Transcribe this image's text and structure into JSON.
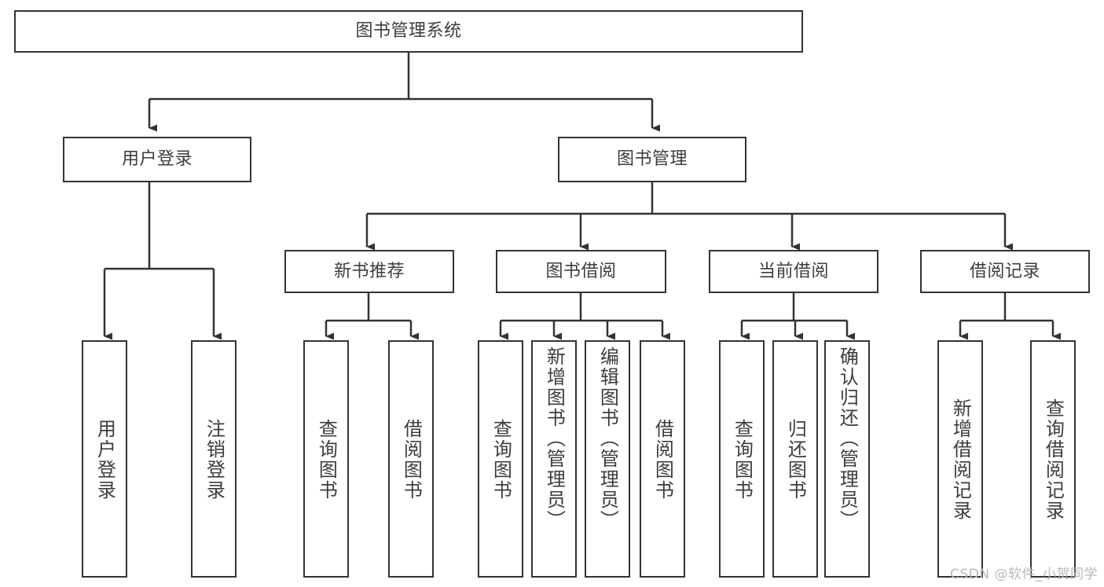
{
  "diagram": {
    "title": "图书管理系统",
    "type": "hierarchy-tree",
    "watermark": "CSDN @软件_小贺同学",
    "colors": {
      "stroke": "#333333",
      "fill": "#ffffff",
      "text": "#3d3d3d",
      "watermark": "#b8b8b8"
    },
    "root": {
      "label": "图书管理系统"
    },
    "level2": [
      {
        "label": "用户登录"
      },
      {
        "label": "图书管理"
      }
    ],
    "level3": [
      {
        "label": "新书推荐"
      },
      {
        "label": "图书借阅"
      },
      {
        "label": "当前借阅"
      },
      {
        "label": "借阅记录"
      }
    ],
    "leaves": {
      "user_login": [
        {
          "label": "用户登录"
        },
        {
          "label": "注销登录"
        }
      ],
      "new_book": [
        {
          "label": "查询图书"
        },
        {
          "label": "借阅图书"
        }
      ],
      "book_borrow": [
        {
          "label": "查询图书"
        },
        {
          "label": "新增图书（管理员）"
        },
        {
          "label": "编辑图书（管理员）"
        },
        {
          "label": "借阅图书"
        }
      ],
      "current_borrow": [
        {
          "label": "查询图书"
        },
        {
          "label": "归还图书"
        },
        {
          "label": "确认归还（管理员）"
        }
      ],
      "borrow_record": [
        {
          "label": "新增借阅记录"
        },
        {
          "label": "查询借阅记录"
        }
      ]
    }
  }
}
